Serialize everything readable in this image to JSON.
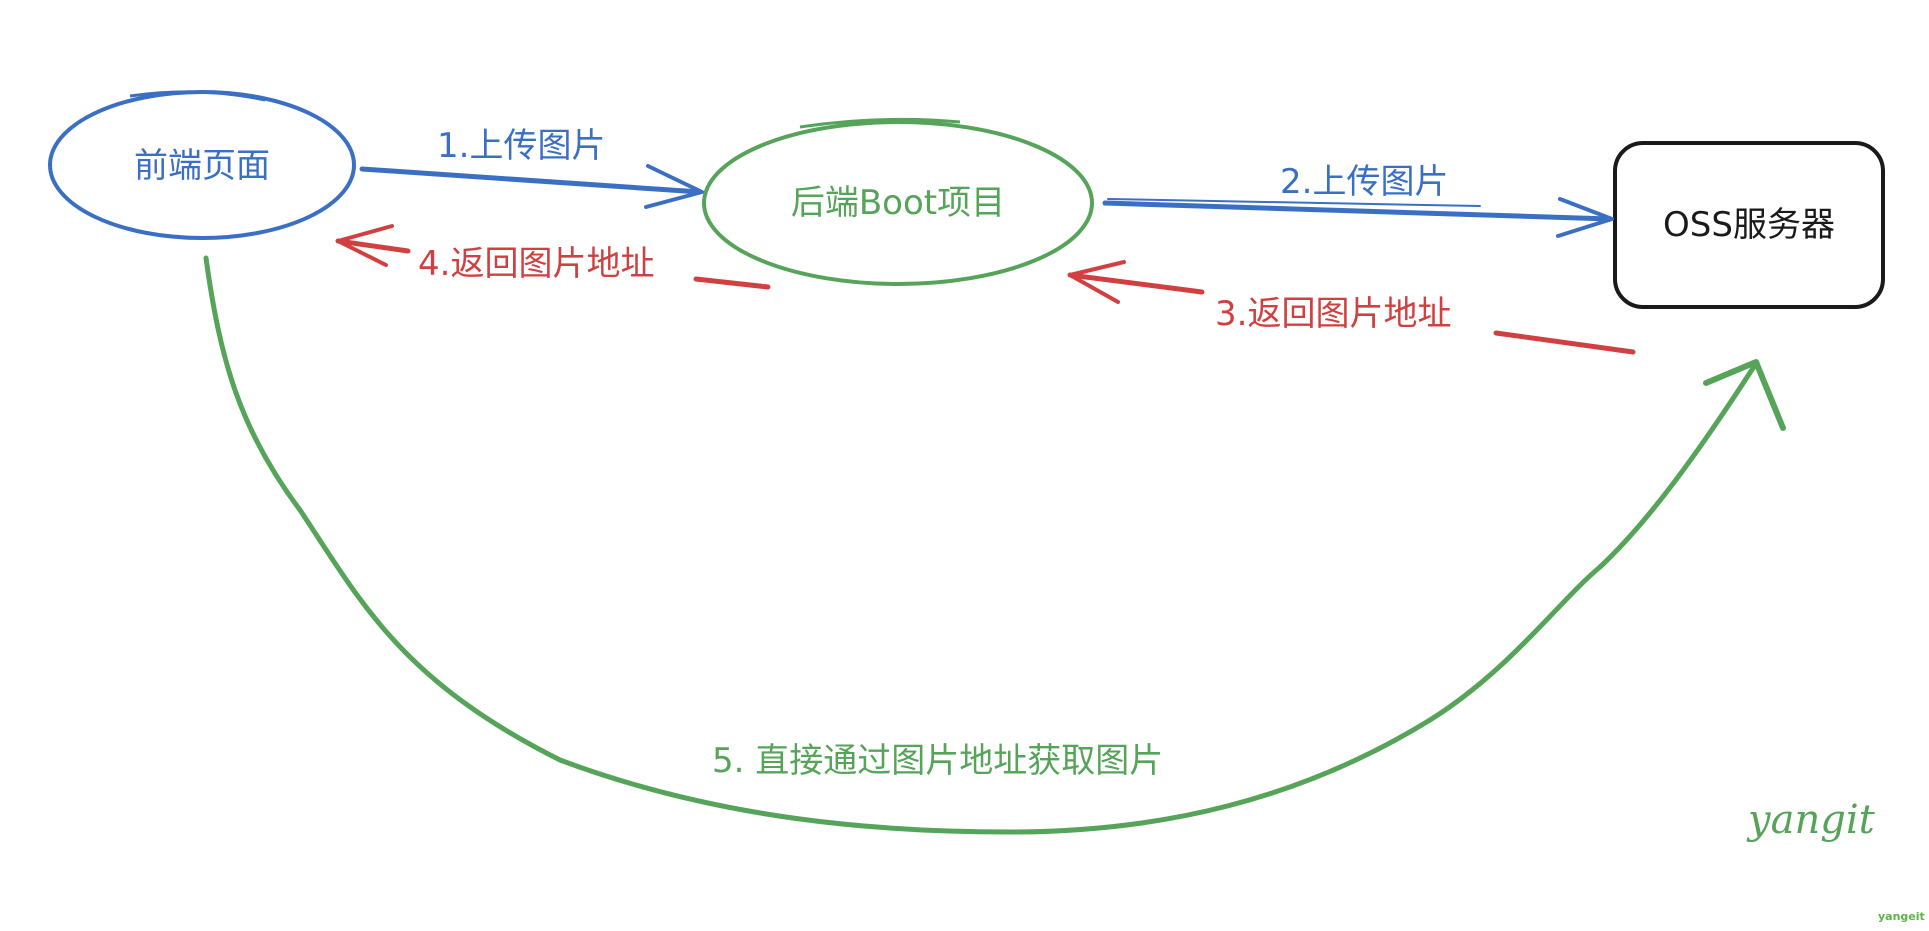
{
  "colors": {
    "blue": "#3a6fc4",
    "green": "#56a35a",
    "red": "#d04040",
    "black": "#1a1a1a",
    "signature_green": "#5cb544"
  },
  "nodes": {
    "frontend": {
      "label": "前端页面",
      "shape": "ellipse",
      "color": "blue"
    },
    "backend": {
      "label": "后端Boot项目",
      "shape": "ellipse",
      "color": "green"
    },
    "oss": {
      "label": "OSS服务器",
      "shape": "rounded-rectangle",
      "color": "black"
    }
  },
  "edges": [
    {
      "id": "step1",
      "from": "frontend",
      "to": "backend",
      "label": "1.上传图片",
      "color": "blue"
    },
    {
      "id": "step2",
      "from": "backend",
      "to": "oss",
      "label": "2.上传图片",
      "color": "blue"
    },
    {
      "id": "step3",
      "from": "oss",
      "to": "backend",
      "label": "3.返回图片地址",
      "color": "red"
    },
    {
      "id": "step4",
      "from": "backend",
      "to": "frontend",
      "label": "4.返回图片地址",
      "color": "red"
    },
    {
      "id": "step5",
      "from": "frontend",
      "to": "oss",
      "label": "5. 直接通过图片地址获取图片",
      "color": "green"
    }
  ],
  "signature": {
    "large": "yangit",
    "small": "yangeit"
  }
}
